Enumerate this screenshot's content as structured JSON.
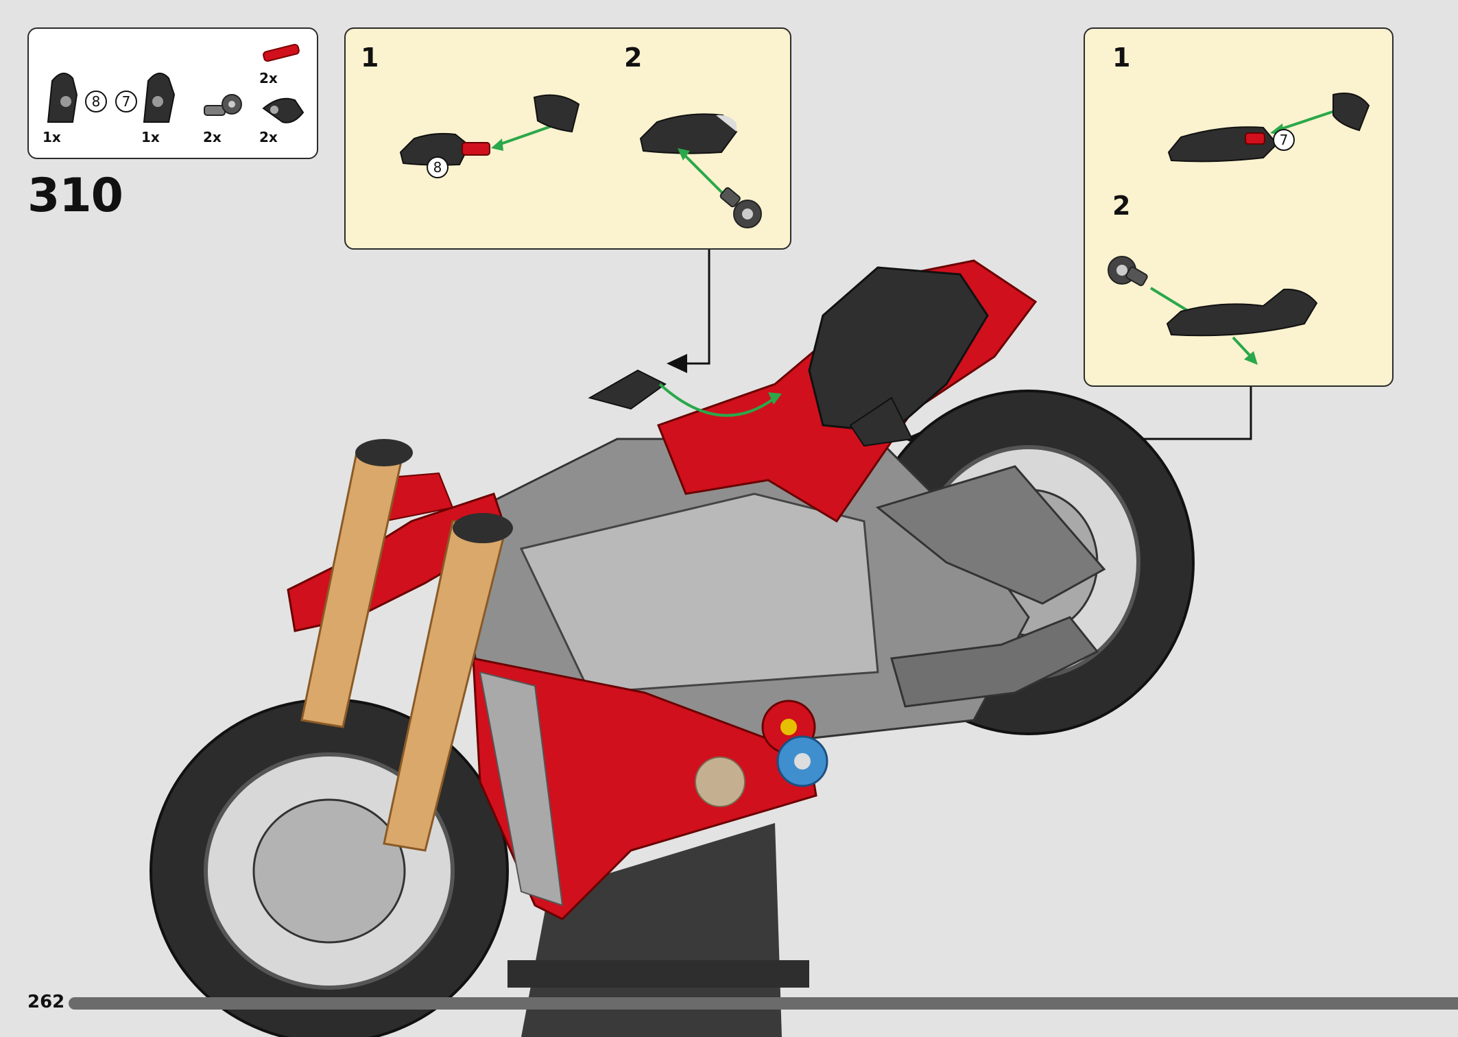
{
  "page": {
    "number": "262",
    "progress_percent": 100
  },
  "step": {
    "number": "310"
  },
  "parts_list": [
    {
      "qty": "1x",
      "callout": "8",
      "icon": "fairing-panel-left"
    },
    {
      "qty": "1x",
      "callout": "7",
      "icon": "fairing-panel-right"
    },
    {
      "qty": "2x",
      "icon": "axle-connector"
    },
    {
      "qty": "2x",
      "icon": "red-axle-pin",
      "color": "#d0101c"
    },
    {
      "qty": "2x",
      "icon": "curved-panel"
    }
  ],
  "subassembly_left": {
    "steps": [
      {
        "label": "1",
        "callout": "8"
      },
      {
        "label": "2"
      }
    ]
  },
  "subassembly_right": {
    "steps": [
      {
        "label": "1",
        "callout": "7"
      },
      {
        "label": "2"
      }
    ]
  },
  "colors": {
    "background": "#e3e3e3",
    "callout_box": "#fbf2cf",
    "model_red": "#d0101c",
    "dark_gray": "#2f2f2f",
    "tan": "#d9a86a",
    "arrow_green": "#2aa84a"
  }
}
